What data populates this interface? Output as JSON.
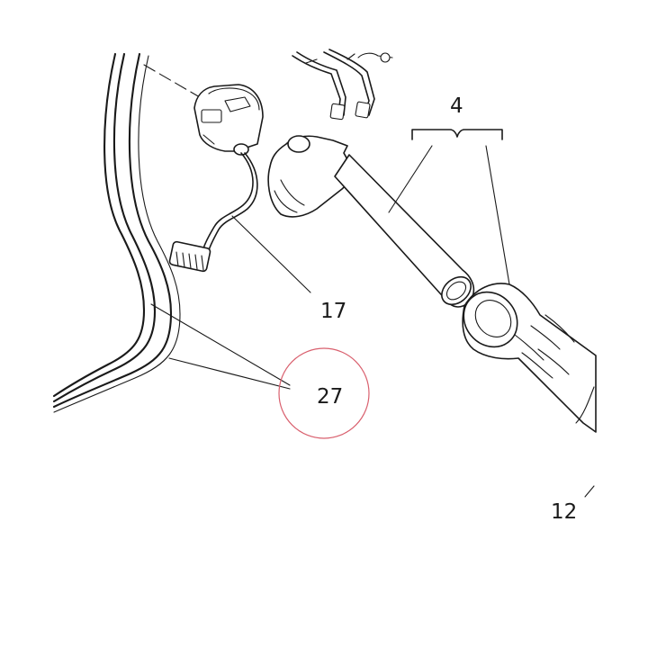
{
  "callouts": {
    "grip_assembly": "4",
    "wire_harness": "17",
    "cable_pair": "27",
    "grip_end": "12"
  },
  "highlight": {
    "target": "cable_pair",
    "stroke_color": "#d9606e"
  },
  "colors": {
    "ink": "#1a1a1a",
    "background": "#ffffff"
  }
}
